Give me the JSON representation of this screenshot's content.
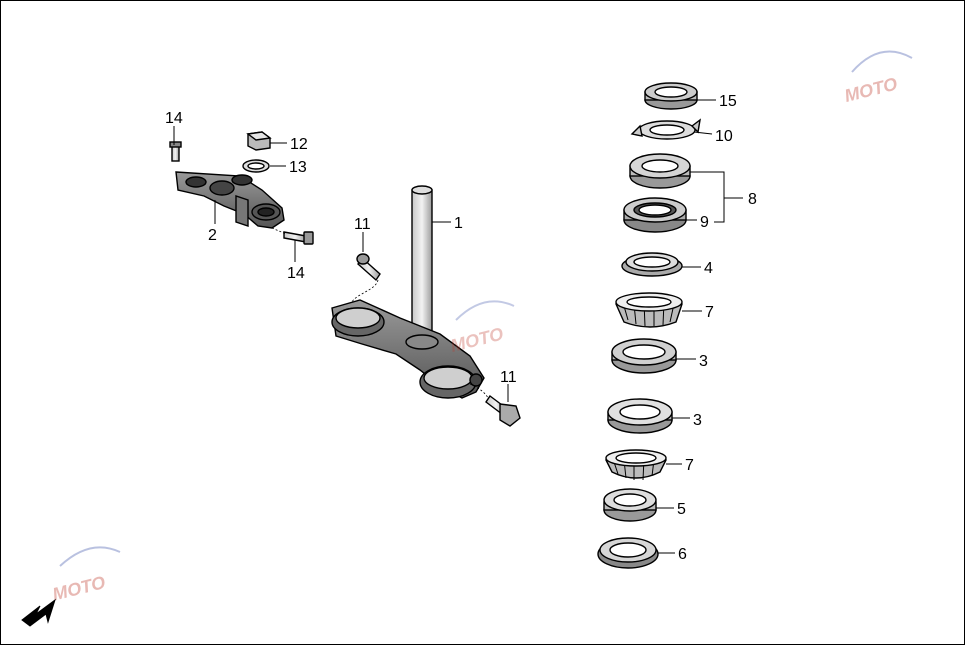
{
  "diagram": {
    "callouts": {
      "c1": "1",
      "c2": "2",
      "c3a": "3",
      "c3b": "3",
      "c4": "4",
      "c5": "5",
      "c6": "6",
      "c7a": "7",
      "c7b": "7",
      "c8": "8",
      "c9": "9",
      "c10": "10",
      "c11a": "11",
      "c11b": "11",
      "c12": "12",
      "c13": "13",
      "c14a": "14",
      "c14b": "14",
      "c15": "15"
    },
    "watermark": {
      "text": "MOTO"
    },
    "orientation_icon": "arrow-down-left-icon"
  }
}
